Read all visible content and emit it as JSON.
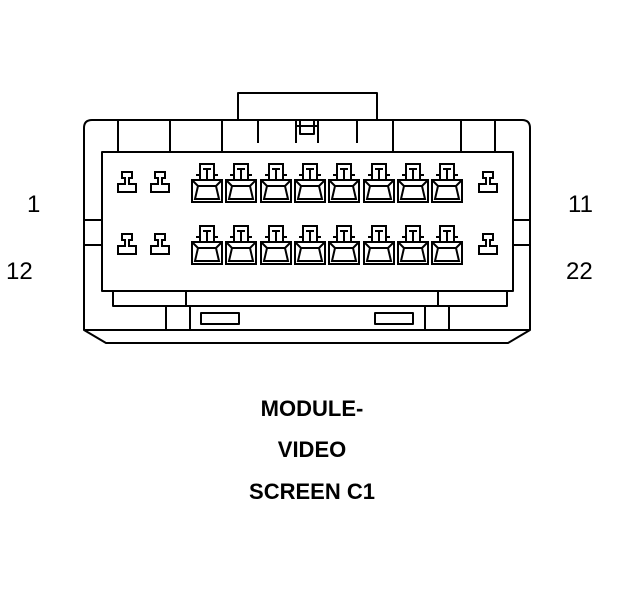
{
  "pin_labels": {
    "top_left": "1",
    "top_right": "11",
    "bottom_left": "12",
    "bottom_right": "22"
  },
  "title": {
    "line1": "MODULE-",
    "line2": "VIDEO",
    "line3": "SCREEN C1"
  },
  "connector": {
    "rows": 2,
    "large_terminals_per_row": 8,
    "small_terminals_left_per_row": 2,
    "small_terminals_right_per_row": 1
  },
  "colors": {
    "line": "#000000",
    "background": "#ffffff"
  }
}
